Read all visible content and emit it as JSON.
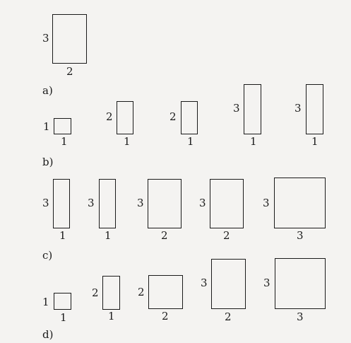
{
  "row_labels": {
    "a": "a)",
    "b": "b)",
    "c": "c)",
    "d": "d)"
  },
  "rows": {
    "a": [
      {
        "h": "3",
        "w": "2"
      }
    ],
    "b": [
      {
        "h": "1",
        "w": "1"
      },
      {
        "h": "2",
        "w": "1"
      },
      {
        "h": "2",
        "w": "1"
      },
      {
        "h": "3",
        "w": "1"
      },
      {
        "h": "3",
        "w": "1"
      }
    ],
    "c": [
      {
        "h": "3",
        "w": "1"
      },
      {
        "h": "3",
        "w": "1"
      },
      {
        "h": "3",
        "w": "2"
      },
      {
        "h": "3",
        "w": "2"
      },
      {
        "h": "3",
        "w": "3"
      }
    ],
    "d": [
      {
        "h": "1",
        "w": "1"
      },
      {
        "h": "2",
        "w": "1"
      },
      {
        "h": "2",
        "w": "2"
      },
      {
        "h": "3",
        "w": "2"
      },
      {
        "h": "3",
        "w": "3"
      }
    ]
  }
}
